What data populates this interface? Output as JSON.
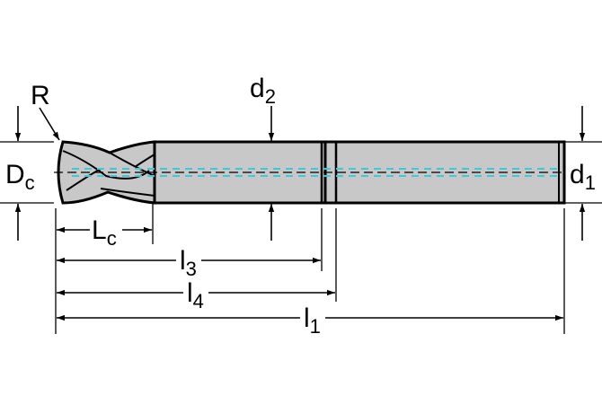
{
  "labels": {
    "radius": "R",
    "cutting_diameter": "D",
    "cutting_diameter_sub": "c",
    "neck_diameter": "d",
    "neck_diameter_sub": "2",
    "shank_diameter": "d",
    "shank_diameter_sub": "1",
    "cutting_length": "L",
    "cutting_length_sub": "c",
    "length_3": "l",
    "length_3_sub": "3",
    "length_4": "l",
    "length_4_sub": "4",
    "overall_length": "l",
    "overall_length_sub": "1"
  },
  "colors": {
    "body_fill": "#c8c8c8",
    "outline": "#000000",
    "coolant_channel": "#3ec8e0"
  }
}
